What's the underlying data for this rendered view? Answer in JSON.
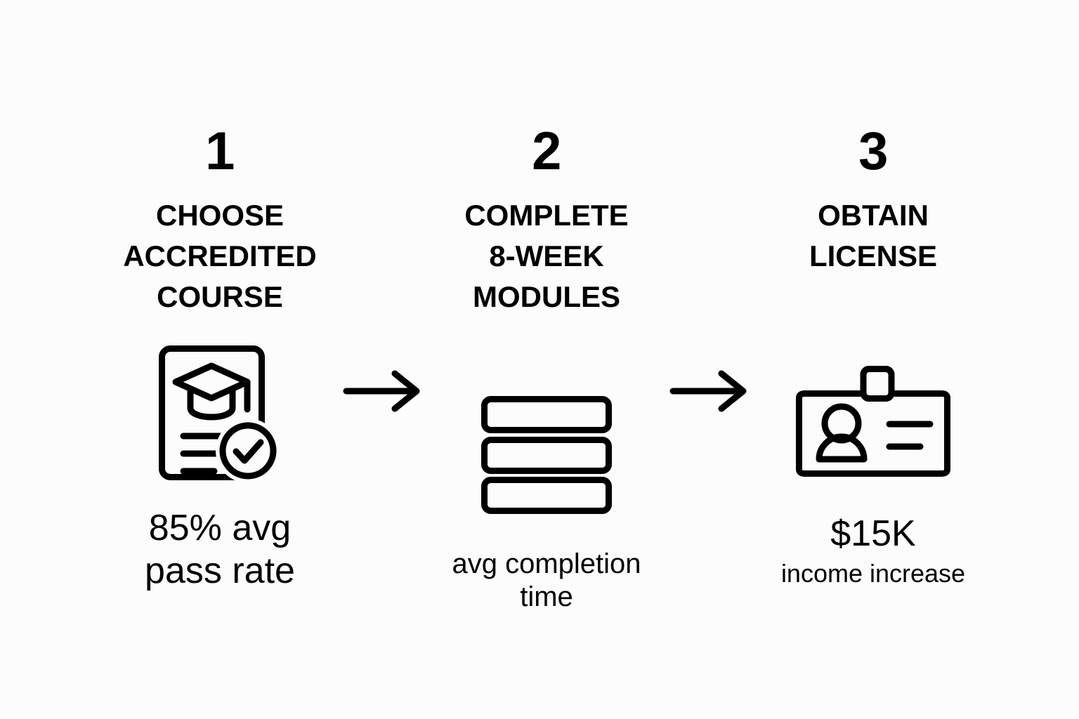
{
  "background_color": "#fcfcfc",
  "ink_color": "#000000",
  "steps": [
    {
      "number": "1",
      "heading": "CHOOSE\nACCREDITED\nCOURSE",
      "icon_name": "accredited-certificate-icon",
      "caption_primary": "85% avg\npass rate",
      "caption_secondary": ""
    },
    {
      "number": "2",
      "heading": "COMPLETE\n8-WEEK\nMODULES",
      "icon_name": "stacked-modules-icon",
      "caption_primary": "avg completion\ntime",
      "caption_secondary": ""
    },
    {
      "number": "3",
      "heading": "OBTAIN\nLICENSE",
      "icon_name": "id-license-card-icon",
      "caption_primary": "$15K",
      "caption_secondary": "income increase"
    }
  ],
  "connectors": [
    {
      "icon_name": "arrow-right-icon"
    },
    {
      "icon_name": "arrow-right-icon"
    }
  ]
}
